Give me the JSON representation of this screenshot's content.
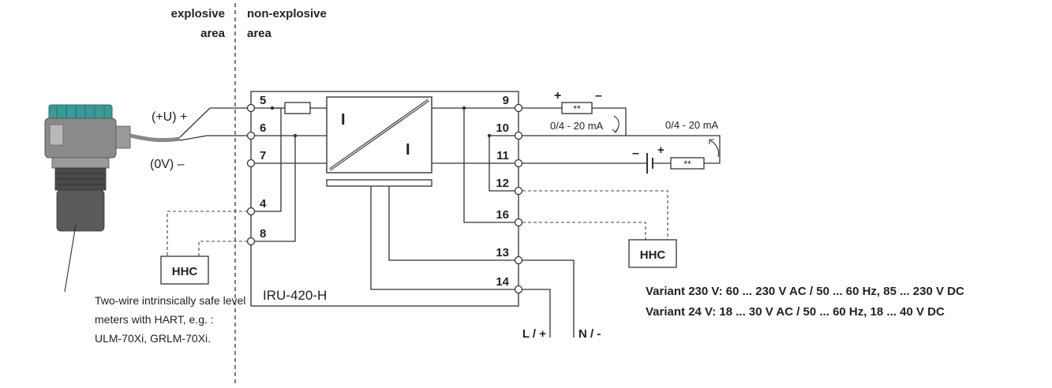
{
  "zones": {
    "explosive_line1": "explosive",
    "explosive_line2": "area",
    "nonexplosive_line1": "non-explosive",
    "nonexplosive_line2": "area"
  },
  "sensor": {
    "plus_label": "(+U) +",
    "minus_label": "(0V) –",
    "caption_lines": [
      "Two-wire intrinsically safe level",
      "meters with HART, e.g. :",
      "ULM-70Xi, GRLM-70Xi."
    ]
  },
  "device": {
    "name": "IRU-420-H",
    "input_symbol": "I",
    "output_symbol": "I",
    "terminals": {
      "t5": "5",
      "t6": "6",
      "t7": "7",
      "t4": "4",
      "t8": "8",
      "t9": "9",
      "t10": "10",
      "t11": "11",
      "t12": "12",
      "t16": "16",
      "t13": "13",
      "t14": "14"
    }
  },
  "hhc_left": "HHC",
  "hhc_right": "HHC",
  "output1": {
    "plus": "+",
    "minus": "–",
    "resistor": "**",
    "current": "0/4 - 20 mA"
  },
  "output2": {
    "plus": "+",
    "minus": "–",
    "resistor": "**",
    "current": "0/4 - 20 mA"
  },
  "power": {
    "l_label": "L / +",
    "n_label": "N / -",
    "variant_230": "Variant 230 V: 60 ... 230 V AC / 50 ... 60 Hz, 85 ... 230 V DC",
    "variant_24": "Variant 24 V: 18 ... 30 V AC / 50 ... 60 Hz, 18 ... 40 V DC"
  },
  "colors": {
    "sensor_cap": "#3a9a98",
    "sensor_body": "#8a8a8a",
    "sensor_thread": "#4a4a4a",
    "line": "#333333"
  }
}
